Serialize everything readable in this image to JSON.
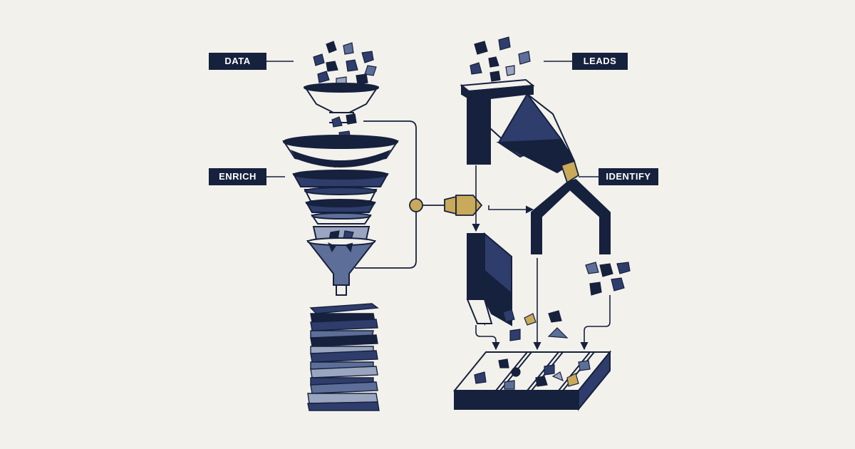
{
  "labels": {
    "data": "DATA",
    "enrich": "ENRICH",
    "leads": "LEADS",
    "identify": "IDENTIFY"
  },
  "colors": {
    "background": "#f3f1ec",
    "navy": "#16213d",
    "mid_blue": "#2e3d6b",
    "slate": "#5d6f98",
    "light_slate": "#9aa5bf",
    "gold": "#c9a95a",
    "outline": "#16213d"
  }
}
